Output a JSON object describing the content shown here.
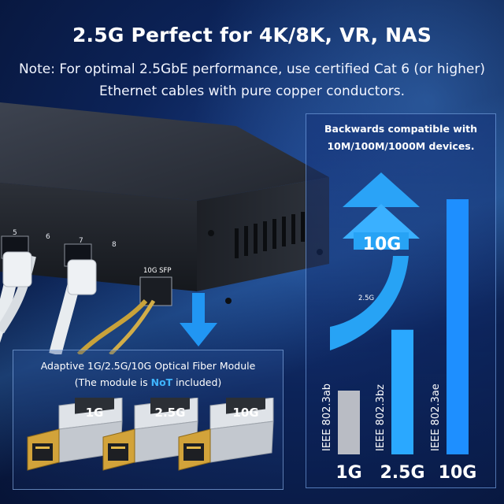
{
  "header": {
    "title": "2.5G Perfect for 4K/8K, VR, NAS",
    "note_line1": "Note: For optimal 2.5GbE performance, use certified Cat 6 (or higher)",
    "note_line2": "Ethernet cables with pure copper conductors."
  },
  "switch": {
    "port_labels": [
      "5",
      "6",
      "7",
      "8"
    ],
    "sfp_label": "10G SFP"
  },
  "panel": {
    "caption_line1": "Backwards compatible with",
    "caption_line2": "10M/100M/1000M devices.",
    "arrow_big_label": "10G",
    "arrow_small_label": "2.5G"
  },
  "chart_data": {
    "type": "bar",
    "categories": [
      "1G",
      "2.5G",
      "10G"
    ],
    "bar_labels": [
      "IEEE 802.3ab",
      "IEEE 802.3bz",
      "IEEE 802.3ae"
    ],
    "values": [
      1,
      2.5,
      10
    ],
    "colors": [
      "#b9bcc4",
      "#2aa8ff",
      "#1e8fff"
    ]
  },
  "module_box": {
    "title_line1": "Adaptive 1G/2.5G/10G Optical Fiber Module",
    "title_prefix": "(The module is ",
    "title_highlight": "NoT",
    "title_suffix": " included)",
    "modules": [
      "1G",
      "2.5G",
      "10G"
    ]
  }
}
